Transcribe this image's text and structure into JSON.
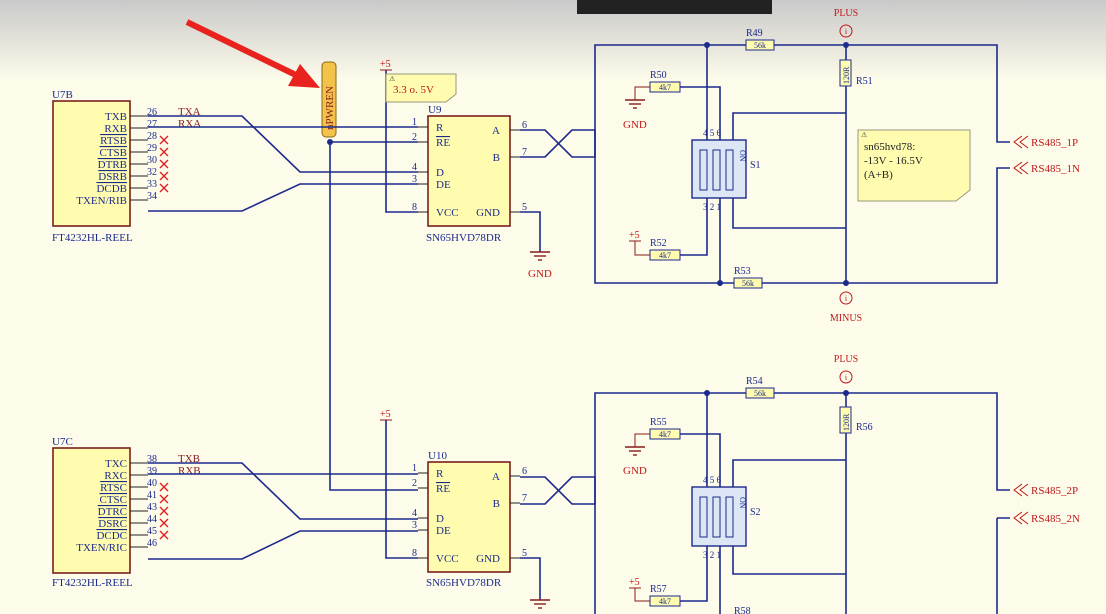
{
  "ic_u7b": {
    "ref": "U7B",
    "part": "FT4232HL-REEL",
    "pins": [
      {
        "name": "TXB",
        "num": "26",
        "net": "TXA"
      },
      {
        "name": "RXB",
        "num": "27",
        "net": "RXA"
      },
      {
        "name": "RTSB",
        "num": "28"
      },
      {
        "name": "CTSB",
        "num": "29"
      },
      {
        "name": "DTRB",
        "num": "30"
      },
      {
        "name": "DSRB",
        "num": "32"
      },
      {
        "name": "DCDB",
        "num": "33"
      },
      {
        "name": "TXEN/RIB",
        "num": "34"
      }
    ]
  },
  "ic_u7c": {
    "ref": "U7C",
    "part": "FT4232HL-REEL",
    "pins": [
      {
        "name": "TXC",
        "num": "38",
        "net": "TXB"
      },
      {
        "name": "RXC",
        "num": "39",
        "net": "RXB"
      },
      {
        "name": "RTSC",
        "num": "40"
      },
      {
        "name": "CTSC",
        "num": "41"
      },
      {
        "name": "DTRC",
        "num": "43"
      },
      {
        "name": "DSRC",
        "num": "44"
      },
      {
        "name": "DCDC",
        "num": "45"
      },
      {
        "name": "TXEN/RIC",
        "num": "46"
      }
    ]
  },
  "ic_u9": {
    "ref": "U9",
    "part": "SN65HVD78DR",
    "left_pins": [
      {
        "num": "1",
        "name": "R"
      },
      {
        "num": "2",
        "name": "RE"
      },
      {
        "num": "4",
        "name": "D"
      },
      {
        "num": "3",
        "name": "DE"
      },
      {
        "num": "8",
        "name": "VCC"
      }
    ],
    "right_pins": [
      {
        "num": "6",
        "name": "A"
      },
      {
        "num": "7",
        "name": "B"
      },
      {
        "num": "5",
        "name": "GND"
      }
    ]
  },
  "ic_u10": {
    "ref": "U10",
    "part": "SN65HVD78DR",
    "left_pins": [
      {
        "num": "1",
        "name": "R"
      },
      {
        "num": "2",
        "name": "RE"
      },
      {
        "num": "4",
        "name": "D"
      },
      {
        "num": "3",
        "name": "DE"
      },
      {
        "num": "8",
        "name": "VCC"
      }
    ],
    "right_pins": [
      {
        "num": "6",
        "name": "A"
      },
      {
        "num": "7",
        "name": "B"
      },
      {
        "num": "5",
        "name": "GND"
      }
    ]
  },
  "net_labels": {
    "mpwren": "nPWREN",
    "supply_plus5": "+5",
    "gnd": "GND",
    "plus": "PLUS",
    "minus": "MINUS",
    "rs485_1p": "RS485_1P",
    "rs485_1n": "RS485_1N",
    "rs485_2p": "RS485_2P",
    "rs485_2n": "RS485_2N"
  },
  "resistors": {
    "r49": {
      "ref": "R49",
      "value": "56k"
    },
    "r50": {
      "ref": "R50",
      "value": "4k7"
    },
    "r51": {
      "ref": "R51",
      "value": "120R"
    },
    "r52": {
      "ref": "R52",
      "value": "4k7"
    },
    "r53": {
      "ref": "R53",
      "value": "56k"
    },
    "r54": {
      "ref": "R54",
      "value": "56k"
    },
    "r55": {
      "ref": "R55",
      "value": "4k7"
    },
    "r56": {
      "ref": "R56",
      "value": "120R"
    },
    "r57": {
      "ref": "R57",
      "value": "4k7"
    },
    "r58": {
      "ref": "R58"
    }
  },
  "switches": {
    "s1": {
      "ref": "S1",
      "on": "ON"
    },
    "s2": {
      "ref": "S2",
      "on": "ON"
    }
  },
  "notes": {
    "voltage": "3.3 o. 5V",
    "sn65_line1": "sn65hvd78:",
    "sn65_line2": "-13V - 16.5V",
    "sn65_line3": "(A+B)"
  },
  "colors": {
    "wire": "#1b2a8c",
    "label": "#c01818",
    "arrow": "#e8231e",
    "ic_fill": "#fffcb0"
  }
}
